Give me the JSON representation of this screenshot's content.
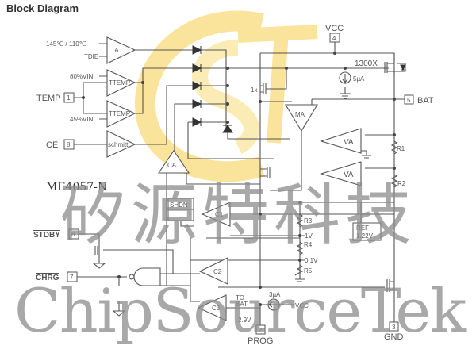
{
  "title": "Block Diagram",
  "part_number": "ME4057-N",
  "watermark": {
    "cn": "矽源特科技",
    "en": "ChipSourceTek",
    "logo": "CST"
  },
  "inputs": {
    "temp_thresh": "145℃ / 110℃",
    "tdie": "TDIE",
    "v80": "80%VIN",
    "v45": "45%VIN"
  },
  "pins": {
    "temp": {
      "num": "1",
      "label": "TEMP"
    },
    "prog": {
      "num": "2",
      "label": "PROG"
    },
    "gnd": {
      "num": "3",
      "label": "GND"
    },
    "vcc": {
      "num": "4",
      "label": "VCC"
    },
    "bat": {
      "num": "5",
      "label": "BAT"
    },
    "stdby": {
      "num": "6",
      "label": "STDBY"
    },
    "chrg": {
      "num": "7",
      "label": "CHRG"
    },
    "ce": {
      "num": "8",
      "label": "CE"
    }
  },
  "blocks": {
    "ta": "TA",
    "temp1": "TTEMP",
    "temp2": "TTEMP",
    "schmitt": "schmitt",
    "ma": "MA",
    "va1": "VA",
    "va2": "VA",
    "ca": "CA",
    "c1": "C1",
    "c2": "C2",
    "c3": "C3",
    "shdn": "SHDN",
    "ref": "REF",
    "ref_v": "1.22V"
  },
  "labels": {
    "pmos_ratio": "1300X",
    "mirror": "1x",
    "i5": "5µA",
    "i3": "3µA",
    "vcc2": "VCC",
    "r1": "R1",
    "r2": "R2",
    "r3": "R3",
    "r4": "R4",
    "r5": "R5",
    "v1": "1V",
    "v01": "0.1V",
    "to": "TO",
    "bat": "BAT",
    "v29": "2.9V"
  }
}
